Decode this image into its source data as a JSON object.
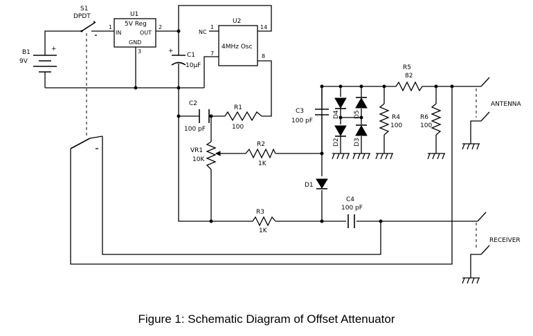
{
  "caption": "Figure 1: Schematic Diagram of Offset Attenuator",
  "components": {
    "s1": {
      "ref": "S1",
      "type": "DPDT"
    },
    "b1": {
      "ref": "B1",
      "value": "9V",
      "plus": "+"
    },
    "u1": {
      "ref": "U1",
      "name": "5V Reg",
      "pin_in": "IN",
      "pin_out": "OUT",
      "pin_gnd": "GND",
      "pin1": "1",
      "pin2": "2",
      "pin3": "3"
    },
    "u2": {
      "ref": "U2",
      "name": "4MHz Osc",
      "pin_nc": "NC",
      "pin1": "1",
      "pin14": "14",
      "pin7": "7",
      "pin8": "8"
    },
    "c1": {
      "ref": "C1",
      "value": "10µF",
      "plus": "+"
    },
    "c2": {
      "ref": "C2",
      "value": "100 pF"
    },
    "r1": {
      "ref": "R1",
      "value": "100"
    },
    "vr1": {
      "ref": "VR1",
      "value": "10K"
    },
    "r2": {
      "ref": "R2",
      "value": "1K"
    },
    "r3": {
      "ref": "R3",
      "value": "1K"
    },
    "c3": {
      "ref": "C3",
      "value": "100 pF"
    },
    "c4": {
      "ref": "C4",
      "value": "100 pF"
    },
    "d1": {
      "ref": "D1"
    },
    "d2": {
      "ref": "D2"
    },
    "d3": {
      "ref": "D3"
    },
    "d4": {
      "ref": "D4"
    },
    "d5": {
      "ref": "D5"
    },
    "r4": {
      "ref": "R4",
      "value": "100"
    },
    "r5": {
      "ref": "R5",
      "value": "82"
    },
    "r6": {
      "ref": "R6",
      "value": "100"
    }
  },
  "connectors": {
    "antenna": "ANTENNA",
    "receiver": "RECEIVER"
  }
}
